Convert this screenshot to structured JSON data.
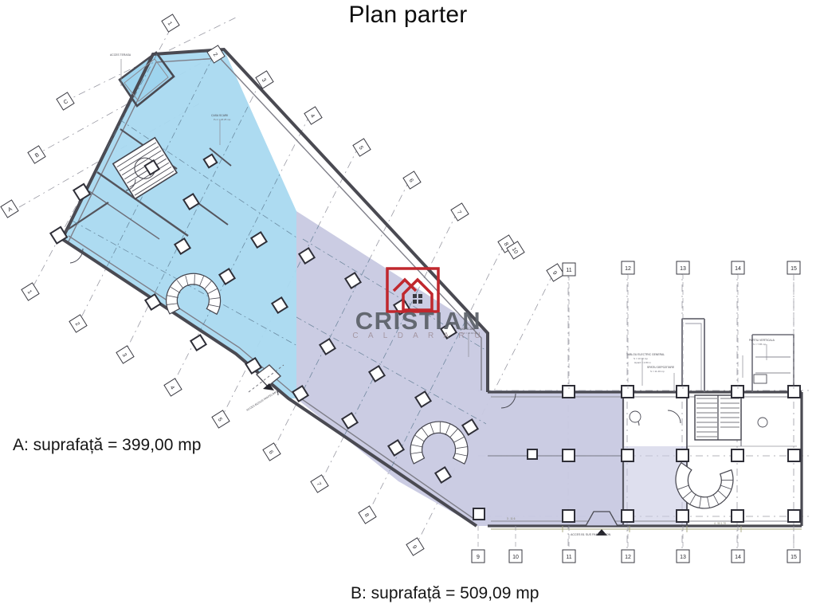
{
  "page": {
    "title": "Plan parter",
    "doc_type": "architectural-floor-plan",
    "background_color": "#ffffff"
  },
  "areas": [
    {
      "id": "A",
      "label": "A: suprafață = 399,00 mp",
      "value": "399,00",
      "unit": "mp",
      "fill_color": "#a9d9f0",
      "stroke_color": "#4b6f86"
    },
    {
      "id": "B",
      "label": "B: suprafață = 509,09 mp",
      "value": "509,09",
      "unit": "mp",
      "fill_color": "#c8c9e2",
      "stroke_color": "#6a6a90"
    }
  ],
  "watermark": {
    "brand": "CRISTIAN",
    "subtitle": "C A L D A R A R U",
    "icon": "house-icon",
    "icon_color": "#c0272d",
    "text_color": "#5b6068"
  },
  "grid_bubbles": {
    "letters_left": [
      "C",
      "B",
      "A"
    ],
    "numbers_top": [
      "1",
      "2",
      "3",
      "4",
      "5",
      "6",
      "7",
      "8",
      "10",
      "9",
      "11",
      "12",
      "13",
      "14",
      "15"
    ],
    "numbers_bottom_left": [
      "1",
      "2",
      "3",
      "4",
      "5",
      "6",
      "7",
      "8",
      "9"
    ],
    "numbers_bottom_right": [
      "9",
      "10",
      "11",
      "12",
      "13",
      "14",
      "15"
    ]
  },
  "annotations": [
    {
      "text": "ACCES TERASA",
      "position": "upper-left"
    },
    {
      "text": "CASA SCARII",
      "position": "upper-left-mid"
    },
    {
      "text": "ACCES B1 SUS PANTELIMON",
      "position": "bottom-center-right"
    },
    {
      "text": "TABLOU ELECTRIC GENERAL",
      "position": "right-wing-left"
    },
    {
      "text": "SPATIU DEPOZITARE",
      "position": "right-wing-mid"
    },
    {
      "text": "CASA SCARII",
      "position": "right-wing-top"
    },
    {
      "text": "PARTIU VERTICALA",
      "position": "right-wing-right"
    },
    {
      "text": "ACCES B1/SUS PANTELIMON",
      "position": "lower-left"
    }
  ],
  "colors": {
    "wall": "#4a4a52",
    "wall_light": "#8b8b93",
    "grid_line": "#8f8f9a",
    "bubble_stroke": "#3a3a42",
    "bubble_text": "#2a2a30",
    "stair_line": "#41414a"
  },
  "stairs": [
    {
      "type": "spiral",
      "location": "zone-A-left"
    },
    {
      "type": "straight-flight",
      "location": "zone-A-upper-left"
    },
    {
      "type": "spiral",
      "location": "zone-B-left"
    },
    {
      "type": "spiral",
      "location": "zone-B-right-wing"
    },
    {
      "type": "straight-flight",
      "location": "right-wing-center"
    }
  ]
}
